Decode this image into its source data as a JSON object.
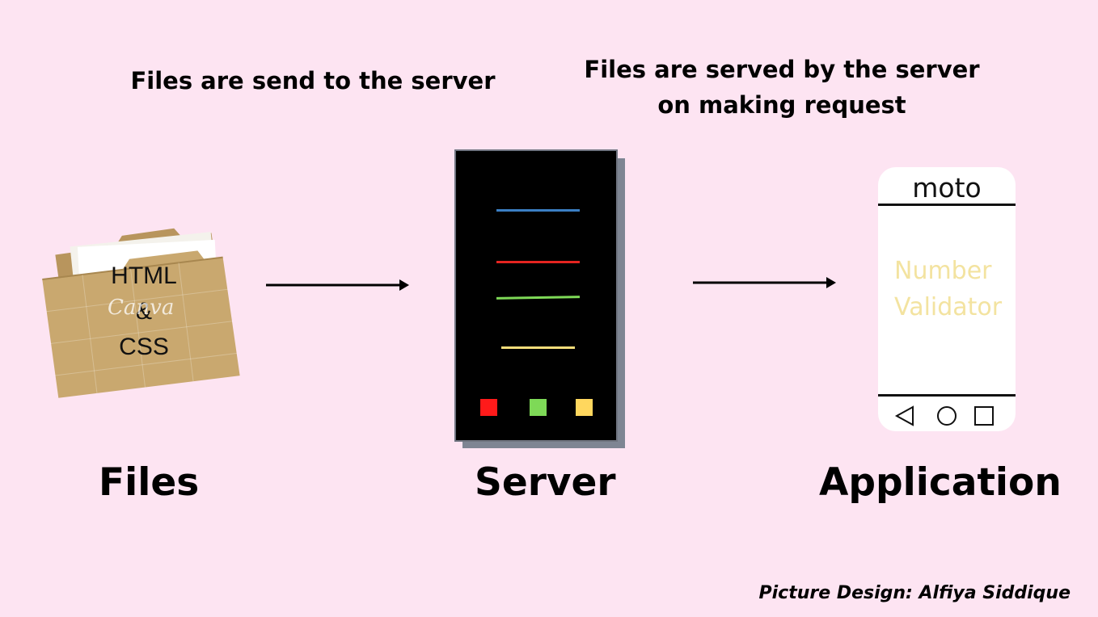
{
  "captions": {
    "send": "Files are send to the server",
    "served_line1": "Files are served by the server",
    "served_line2": "on making request"
  },
  "nodes": {
    "files": {
      "label": "Files",
      "folder_lines": [
        "HTML",
        "&",
        "CSS"
      ],
      "watermark": "Canva"
    },
    "server": {
      "label": "Server",
      "line_colors": [
        "#3b7fc4",
        "#e52420",
        "#7ed957",
        "#f5dd7a"
      ],
      "light_colors": [
        "#ff1a1a",
        "#7ed957",
        "#ffd75e"
      ]
    },
    "application": {
      "label": "Application",
      "brand": "moto",
      "app_name_line1": "Number",
      "app_name_line2": "Validator",
      "nav_icons": [
        "back-triangle-icon",
        "home-circle-icon",
        "recents-square-icon"
      ]
    }
  },
  "credit": "Picture Design: Alfiya Siddique",
  "colors": {
    "background": "#fde4f2",
    "folder": "#c8a66c",
    "app_text": "#f3e3a0"
  }
}
